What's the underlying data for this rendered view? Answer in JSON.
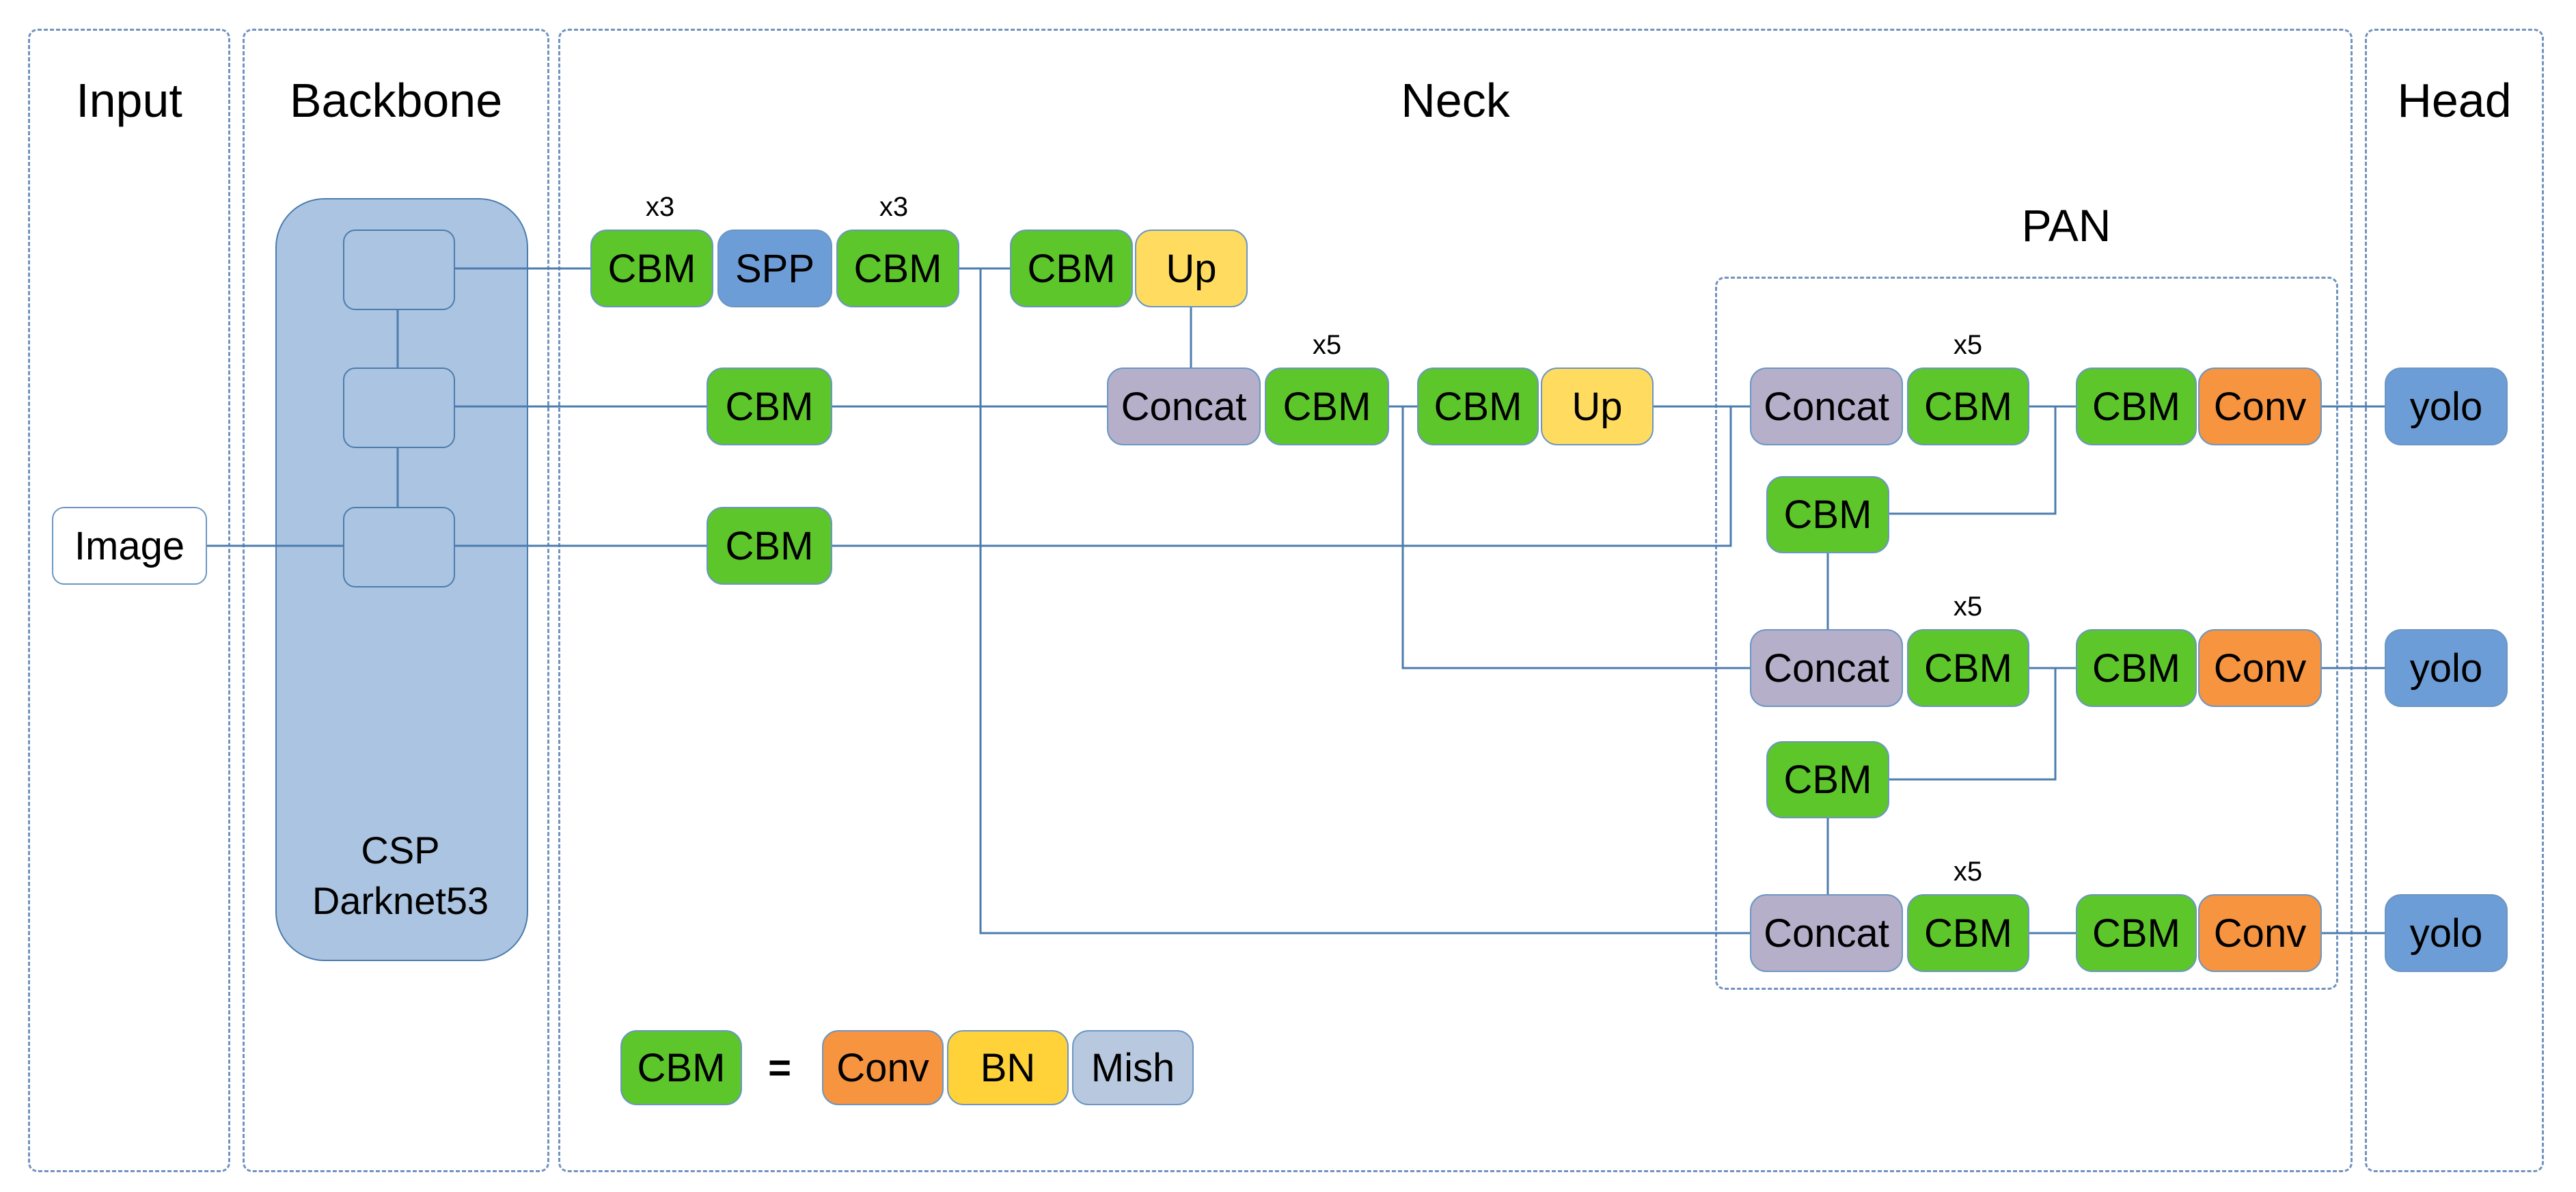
{
  "sections": {
    "input": {
      "label": "Input"
    },
    "backbone": {
      "label": "Backbone"
    },
    "neck": {
      "label": "Neck"
    },
    "head": {
      "label": "Head"
    },
    "pan": {
      "label": "PAN"
    }
  },
  "input_node": {
    "label": "Image"
  },
  "backbone_blob": {
    "line1": "CSP",
    "line2": "Darknet53"
  },
  "labels": {
    "cbm": "CBM",
    "spp": "SPP",
    "up": "Up",
    "concat": "Concat",
    "conv": "Conv",
    "bn": "BN",
    "mish": "Mish",
    "yolo": "yolo",
    "x3": "x3",
    "x5": "x5"
  },
  "legend": {
    "lhs": "CBM",
    "equals": "=",
    "items": [
      "Conv",
      "BN",
      "Mish"
    ]
  },
  "colors": {
    "cbm_green": "#5CC62B",
    "spp_blue": "#6D9DD6",
    "up_yellow": "#FFDC60",
    "concat_purple": "#B5AFCA",
    "conv_orange": "#F79440",
    "bn_gold": "#FFD23A",
    "mish_blue": "#B7C8DF",
    "yolo_blue": "#6D9DD6",
    "blob_fill": "#ABC4E1",
    "node_border": "#6C96C2",
    "wire": "#4C7CAE",
    "dashed_border": "#7193BD",
    "text": "#000000"
  }
}
